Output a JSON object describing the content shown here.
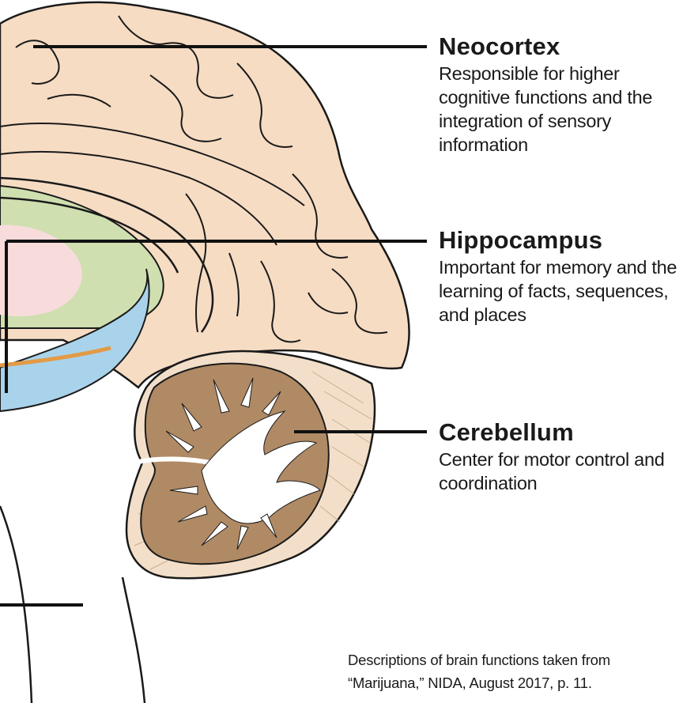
{
  "labels": {
    "neocortex": {
      "title": "Neocortex",
      "description": "Responsible for higher cognitive functions and the integration of sensory information"
    },
    "hippocampus": {
      "title": "Hippocampus",
      "description": "Important for memory and the learning of facts, sequences, and places"
    },
    "cerebellum": {
      "title": "Cerebellum",
      "description": "Center for motor control and coordination"
    }
  },
  "citation": {
    "line1": "Descriptions of brain functions taken from",
    "line2": "“Marijuana,” NIDA, August 2017, p. 11."
  },
  "colors": {
    "cortex_fill": "#f6dcc3",
    "limbic_green": "#cfdfb0",
    "pink_region": "#f8dcdc",
    "blue_region": "#a9d3ea",
    "cerebellum_fill": "#b08a65",
    "brainstem_fill": "#f3dfc9",
    "outline": "#1a1a1a",
    "orange_tract": "#e39a45"
  }
}
